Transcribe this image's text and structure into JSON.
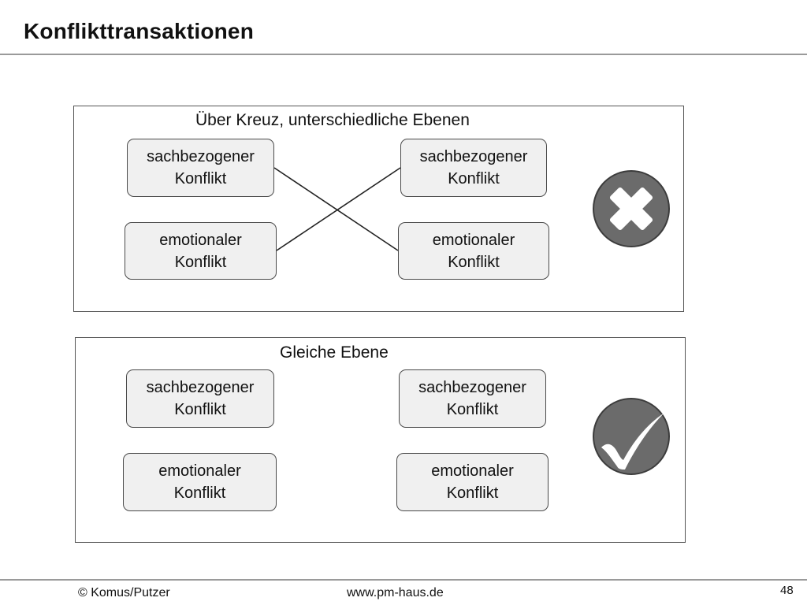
{
  "slide": {
    "title": "Konflikttransaktionen",
    "page_number": "48"
  },
  "panels": [
    {
      "title": "Über Kreuz, unterschiedliche Ebenen",
      "left_top": [
        "sachbezogener",
        "Konflikt"
      ],
      "left_bottom": [
        "emotionaler",
        "Konflikt"
      ],
      "right_top": [
        "sachbezogener",
        "Konflikt"
      ],
      "right_bottom": [
        "emotionaler",
        "Konflikt"
      ],
      "verdict_icon": "x-icon"
    },
    {
      "title": "Gleiche Ebene",
      "left_top": [
        "sachbezogener",
        "Konflikt"
      ],
      "left_bottom": [
        "emotionaler",
        "Konflikt"
      ],
      "right_top": [
        "sachbezogener",
        "Konflikt"
      ],
      "right_bottom": [
        "emotionaler",
        "Konflikt"
      ],
      "verdict_icon": "check-icon"
    }
  ],
  "footer": {
    "copyright": "© Komus/Putzer",
    "website": "www.pm-haus.de"
  },
  "colors": {
    "box_fill": "#f0f0f0",
    "badge_fill": "#6b6b6b"
  }
}
